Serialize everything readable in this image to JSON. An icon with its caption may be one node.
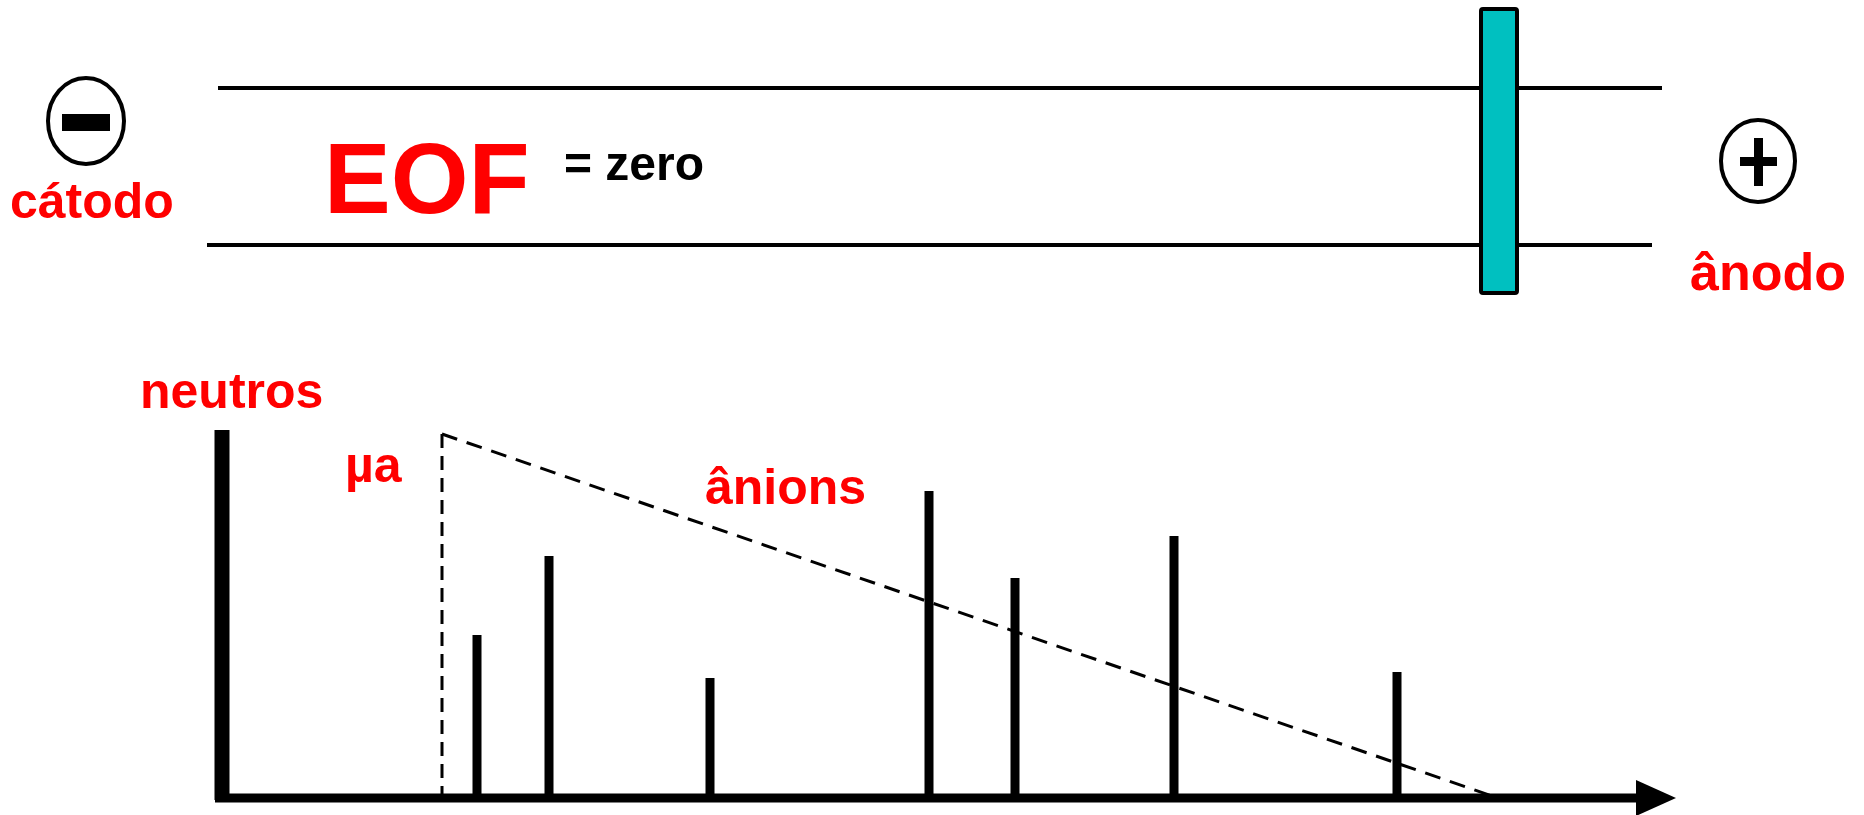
{
  "diagram": {
    "labels": [
      "cátodo",
      "EOF",
      "= zero",
      "ânodo",
      "neutros",
      "µa",
      "ânions"
    ]
  }
}
